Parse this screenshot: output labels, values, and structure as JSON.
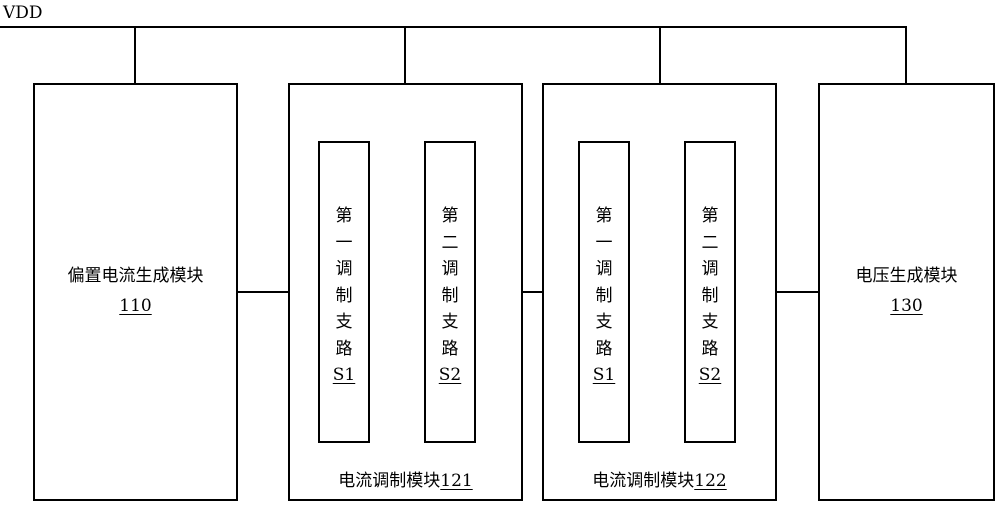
{
  "vdd_label": "VDD",
  "module_110": {
    "name": "偏置电流生成模块",
    "id": "110"
  },
  "module_121": {
    "name": "电流调制模块",
    "id": "121",
    "branch1": {
      "chars": [
        "第",
        "一",
        "调",
        "制",
        "支",
        "路"
      ],
      "id": "S1"
    },
    "branch2": {
      "chars": [
        "第",
        "二",
        "调",
        "制",
        "支",
        "路"
      ],
      "id": "S2"
    }
  },
  "module_122": {
    "name": "电流调制模块",
    "id": "122",
    "branch1": {
      "chars": [
        "第",
        "一",
        "调",
        "制",
        "支",
        "路"
      ],
      "id": "S1"
    },
    "branch2": {
      "chars": [
        "第",
        "二",
        "调",
        "制",
        "支",
        "路"
      ],
      "id": "S2"
    }
  },
  "module_130": {
    "name": "电压生成模块",
    "id": "130"
  }
}
